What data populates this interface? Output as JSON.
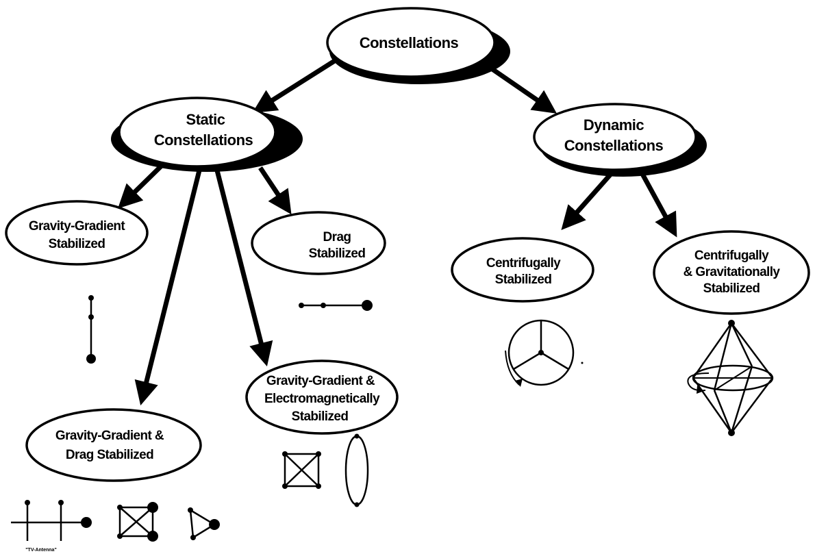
{
  "diagram": {
    "root": {
      "label": "Constellations"
    },
    "static": {
      "line1": "Static",
      "line2": "Constellations"
    },
    "dynamic": {
      "line1": "Dynamic",
      "line2": "Constellations"
    },
    "gg": {
      "line1": "Gravity-Gradient",
      "line2": "Stabilized"
    },
    "drag": {
      "line1": "Drag",
      "line2": "Stabilized"
    },
    "ggdrag": {
      "line1": "Gravity-Gradient &",
      "line2": "Drag Stabilized"
    },
    "ggem": {
      "line1": "Gravity-Gradient &",
      "line2": "Electromagnetically",
      "line3": "Stabilized"
    },
    "centrifugal": {
      "line1": "Centrifugally",
      "line2": "Stabilized"
    },
    "centgrav": {
      "line1": "Centrifugally",
      "line2": "& Gravitationally",
      "line3": "Stabilized"
    },
    "caption_tv": "\"TV-Antenna\""
  }
}
